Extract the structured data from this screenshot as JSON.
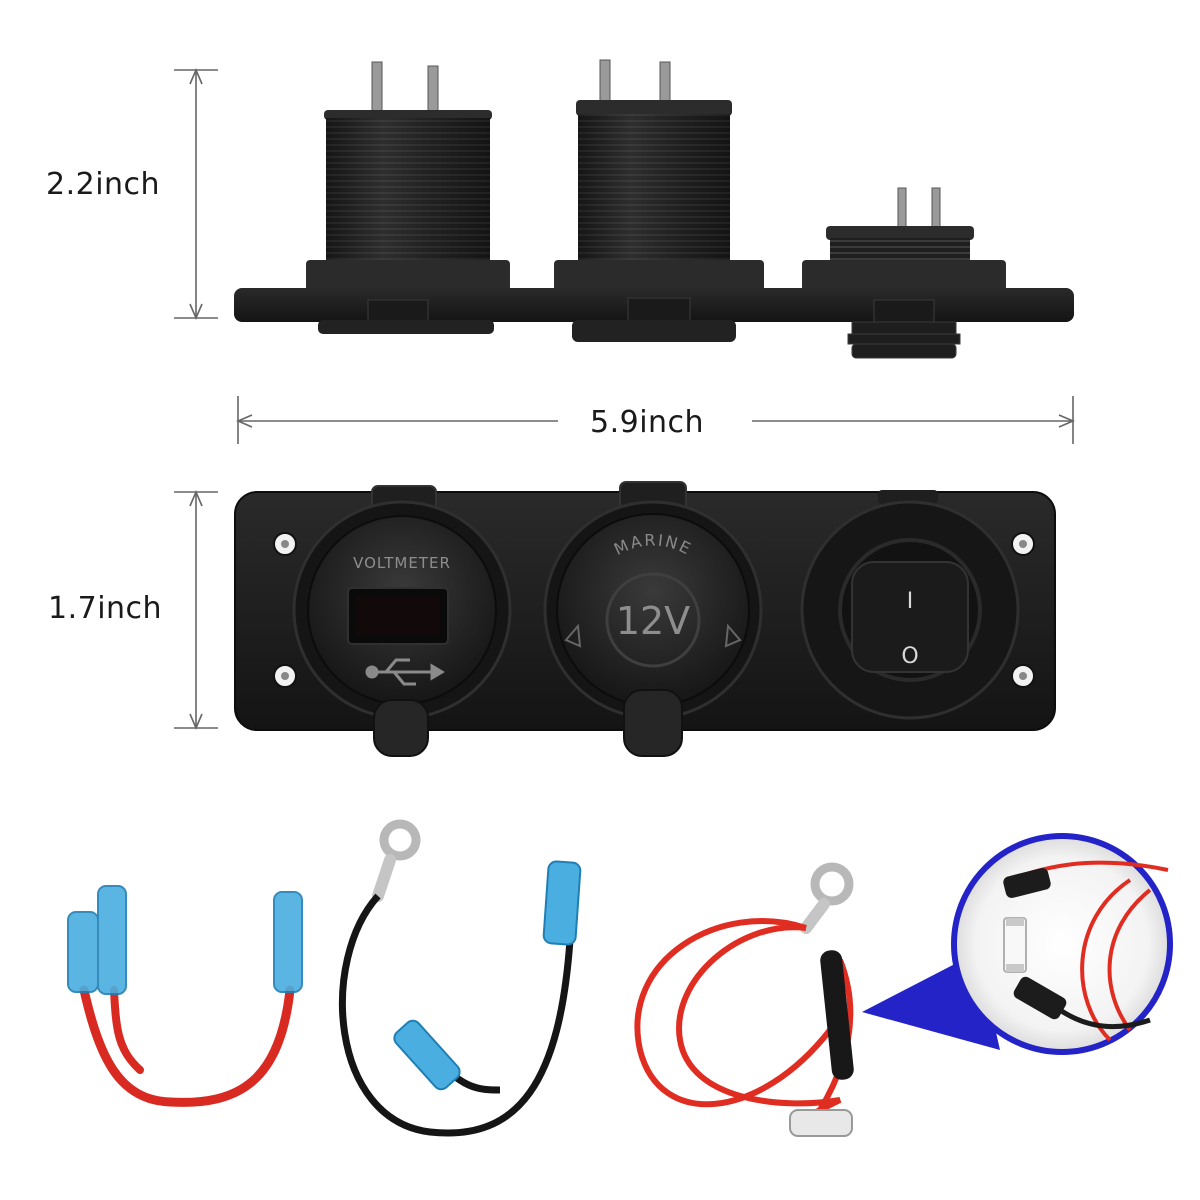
{
  "dimensions": {
    "height_side": "2.2inch",
    "width": "5.9inch",
    "height_front": "1.7inch"
  },
  "panel_labels": {
    "usb_socket": "VOLTMETER",
    "cigarette_socket_top": "MARINE",
    "cigarette_socket_voltage": "12V",
    "switch_on": "I",
    "switch_off": "O"
  },
  "colors": {
    "panel": "#1c1c1c",
    "wire_red": "#e52b22",
    "wire_black": "#1a1a1a",
    "terminal_blue": "#3fa9d8",
    "zoom_accent": "#2323c8"
  },
  "icons": [
    "usb-icon",
    "switch-icon",
    "zoom-magnifier"
  ]
}
